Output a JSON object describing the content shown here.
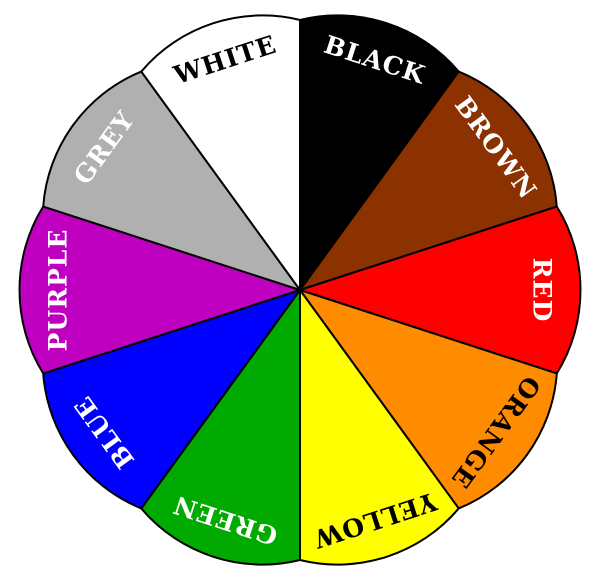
{
  "wheel": {
    "segments": [
      {
        "label": "BLACK",
        "color": "#000000",
        "text_color": "#ffffff"
      },
      {
        "label": "BROWN",
        "color": "#8b3200",
        "text_color": "#ffffff"
      },
      {
        "label": "RED",
        "color": "#ff0000",
        "text_color": "#ffffff"
      },
      {
        "label": "ORANGE",
        "color": "#ff8c00",
        "text_color": "#000000"
      },
      {
        "label": "YELLOW",
        "color": "#ffff00",
        "text_color": "#000000"
      },
      {
        "label": "GREEN",
        "color": "#00aa00",
        "text_color": "#ffffff"
      },
      {
        "label": "BLUE",
        "color": "#0000ff",
        "text_color": "#ffffff"
      },
      {
        "label": "PURPLE",
        "color": "#c000c0",
        "text_color": "#ffffff"
      },
      {
        "label": "GREY",
        "color": "#b0b0b0",
        "text_color": "#ffffff"
      },
      {
        "label": "WHITE",
        "color": "#ffffff",
        "text_color": "#000000"
      }
    ]
  }
}
